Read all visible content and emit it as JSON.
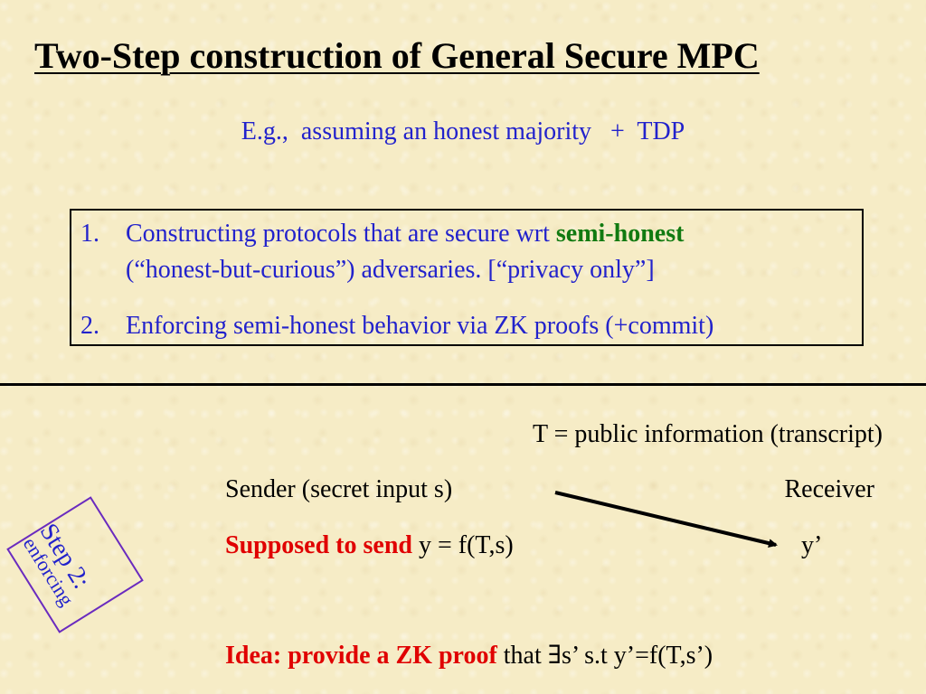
{
  "title": "Two-Step construction of General Secure MPC",
  "subtitle": "E.g.,  assuming an honest majority   +  TDP",
  "steps": {
    "item1_num": "1.",
    "item1_text_pre": "Constructing protocols that are secure wrt ",
    "item1_text_emphasis": "semi-honest",
    "item1_text_line2": "(“honest-but-curious”) adversaries. [“privacy only”]",
    "item2_num": "2.",
    "item2_text": "Enforcing semi-honest behavior via ZK proofs (+commit)"
  },
  "lower": {
    "transcript": "T = public information (transcript)",
    "sender": "Sender (secret input s)",
    "receiver": "Receiver",
    "supposed_label": "Supposed to send",
    "supposed_value": " y = f(T,s)",
    "y_prime": "y’",
    "idea_label": "Idea: provide a ZK proof",
    "idea_value": "  that ∃s’ s.t  y’=f(T,s’)"
  },
  "step_label": {
    "line1": "Step 2:",
    "line2": "enforcing"
  },
  "colors": {
    "background": "#f6ecc6",
    "blue_text": "#2222cc",
    "green_emphasis": "#117a11",
    "red_emphasis": "#e00000",
    "step_box_border": "#6a2bbf"
  }
}
